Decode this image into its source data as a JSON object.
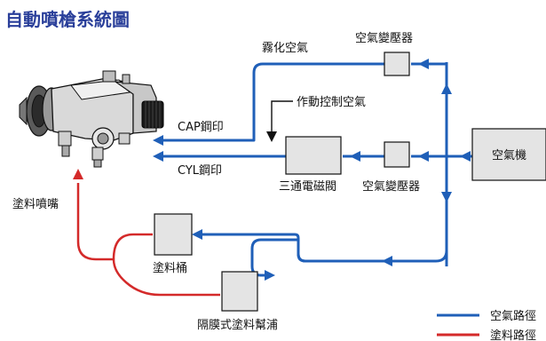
{
  "title": "自動噴槍系統圖",
  "labels": {
    "atomizing_air": "霧化空氣",
    "regulator_top": "空氣變壓器",
    "actuating_air": "作動控制空氣",
    "cap_port": "CAP鋼印",
    "cyl_port": "CYL鋼印",
    "solenoid_valve": "三通電磁閥",
    "regulator_mid": "空氣變壓器",
    "compressor": "空氣機",
    "paint_nozzle": "塗料噴嘴",
    "paint_tank": "塗料桶",
    "diaphragm_pump": "隔膜式塗料幫浦"
  },
  "legend": {
    "air_path": "空氣路徑",
    "paint_path": "塗料路徑"
  },
  "colors": {
    "air": "#1f5fb8",
    "paint": "#d42a2a",
    "title": "#2a3f9a"
  },
  "icons": {
    "spray_gun": "spray-gun-icon"
  }
}
